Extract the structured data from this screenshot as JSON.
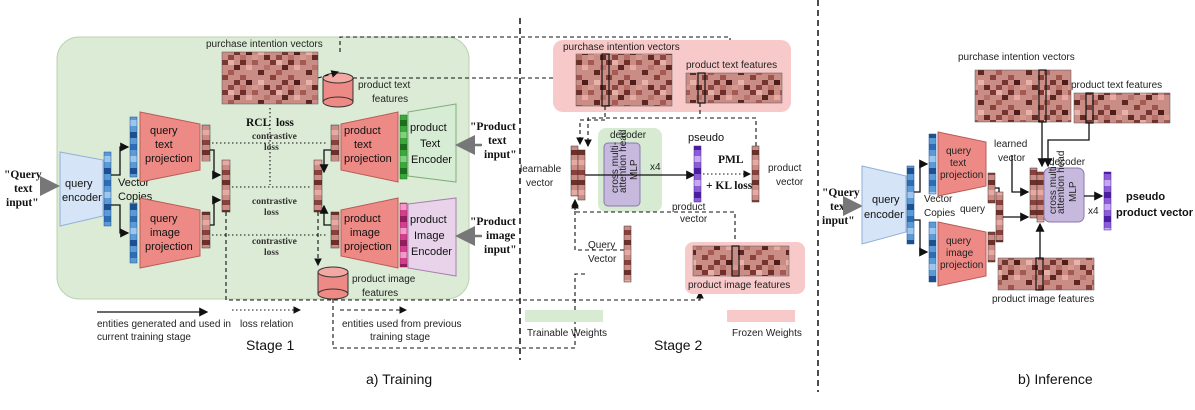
{
  "training": {
    "stage1": {
      "query_text_input": "\"Query text input\"",
      "query_encoder": "query encoder",
      "vector_copies": "Vector Copies",
      "query_text_projection": "query text projection",
      "query_image_projection": "query image projection",
      "purchase_intention_vectors": "purchase intention vectors",
      "product_text_features": "product text features",
      "product_image_features": "product image features",
      "rcl_loss": "RCL loss",
      "contrastive_loss": "contrastive loss",
      "product_text_projection": "product text projection",
      "product_image_projection": "product image projection",
      "product_text_encoder": "product Text Encoder",
      "product_image_encoder": "product Image Encoder",
      "product_text_input": "\"Product text input\"",
      "product_image_input": "\"Product image input\"",
      "stage_label": "Stage 1"
    },
    "stage2": {
      "purchase_intention_vectors": "purchase intention vectors",
      "product_text_features": "product text features",
      "decoder": "decoder",
      "mlp": "MLP",
      "cross_attention": "cross multi-attention head",
      "times4": "x4",
      "learnable_vector": "learnable vector",
      "pseudo": "pseudo",
      "pml": "PML",
      "kl_loss": "+ KL loss",
      "product_vector_right": "product vector",
      "product_vector_mid": "product vector",
      "query_vector": "Query Vector",
      "product_image_features": "product image features",
      "stage_label": "Stage 2"
    },
    "legend": {
      "entities_current": "entities generated and used in current training stage",
      "loss_relation": "loss relation",
      "entities_previous": "entities used from previous training stage",
      "trainable_weights": "Trainable Weights",
      "frozen_weights": "Frozen Weights"
    },
    "caption": "a) Training"
  },
  "inference": {
    "purchase_intention_vectors": "purchase intention vectors",
    "product_text_features": "product text features",
    "learned_vector": "learned vector",
    "decoder": "decoder",
    "query_text_input": "\"Query text input\"",
    "query_encoder": "query encoder",
    "vector_copies": "Vector Copies",
    "query_text_projection": "query text projection",
    "query_image_projection": "query image projection",
    "query": "query",
    "mlp": "MLP",
    "cross_attention": "cross multi-attention head",
    "times4": "x4",
    "pseudo_product_vector": "pseudo product vector",
    "product_image_features": "product image features",
    "caption": "b) Inference"
  },
  "colors": {
    "stage1_bg": "#dcebd6",
    "frozen_bg": "#f8c9c9",
    "trainable_bg": "#d6ebd2",
    "projection": "#ee8a85",
    "encoder_blue": "#d6e4f7",
    "text_encoder": "#d7ecd4",
    "image_encoder": "#e8d3ea",
    "decoder_inner": "#c7b9dd"
  }
}
